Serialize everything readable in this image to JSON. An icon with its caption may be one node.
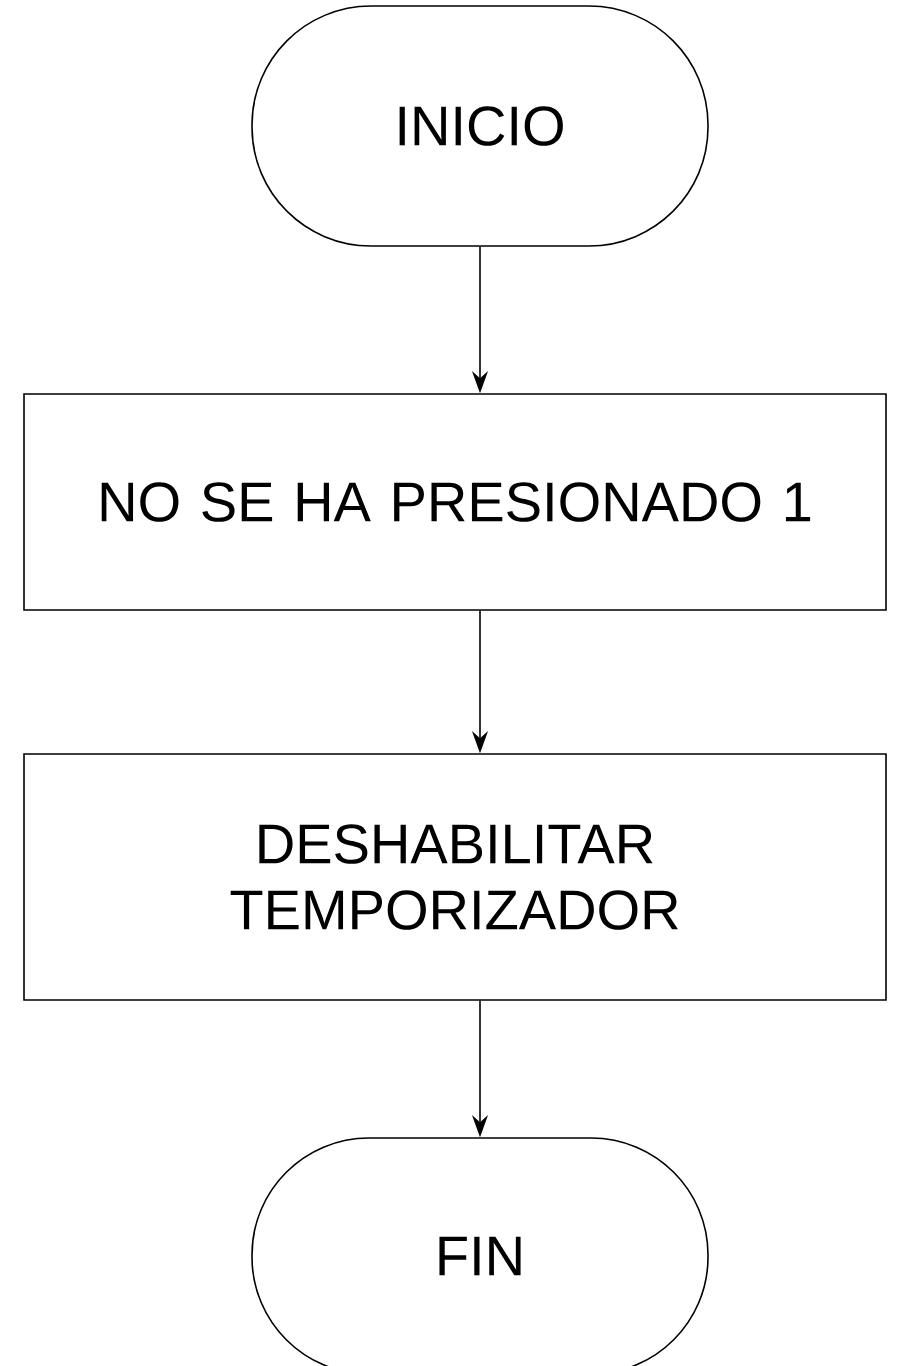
{
  "diagram": {
    "nodes": [
      {
        "text": [
          "INICIO"
        ]
      },
      {
        "text": [
          "NO SE HA PRESIONADO 1"
        ]
      },
      {
        "text": [
          "DESHABILITAR TEMPORIZADOR"
        ]
      },
      {
        "text": [
          "FIN"
        ]
      }
    ],
    "edges": [
      {
        "from": 0,
        "to": 1,
        "arrow": "to"
      },
      {
        "from": 1,
        "to": 2,
        "arrow": "to"
      },
      {
        "from": 2,
        "to": 3,
        "arrow": "to"
      }
    ]
  }
}
